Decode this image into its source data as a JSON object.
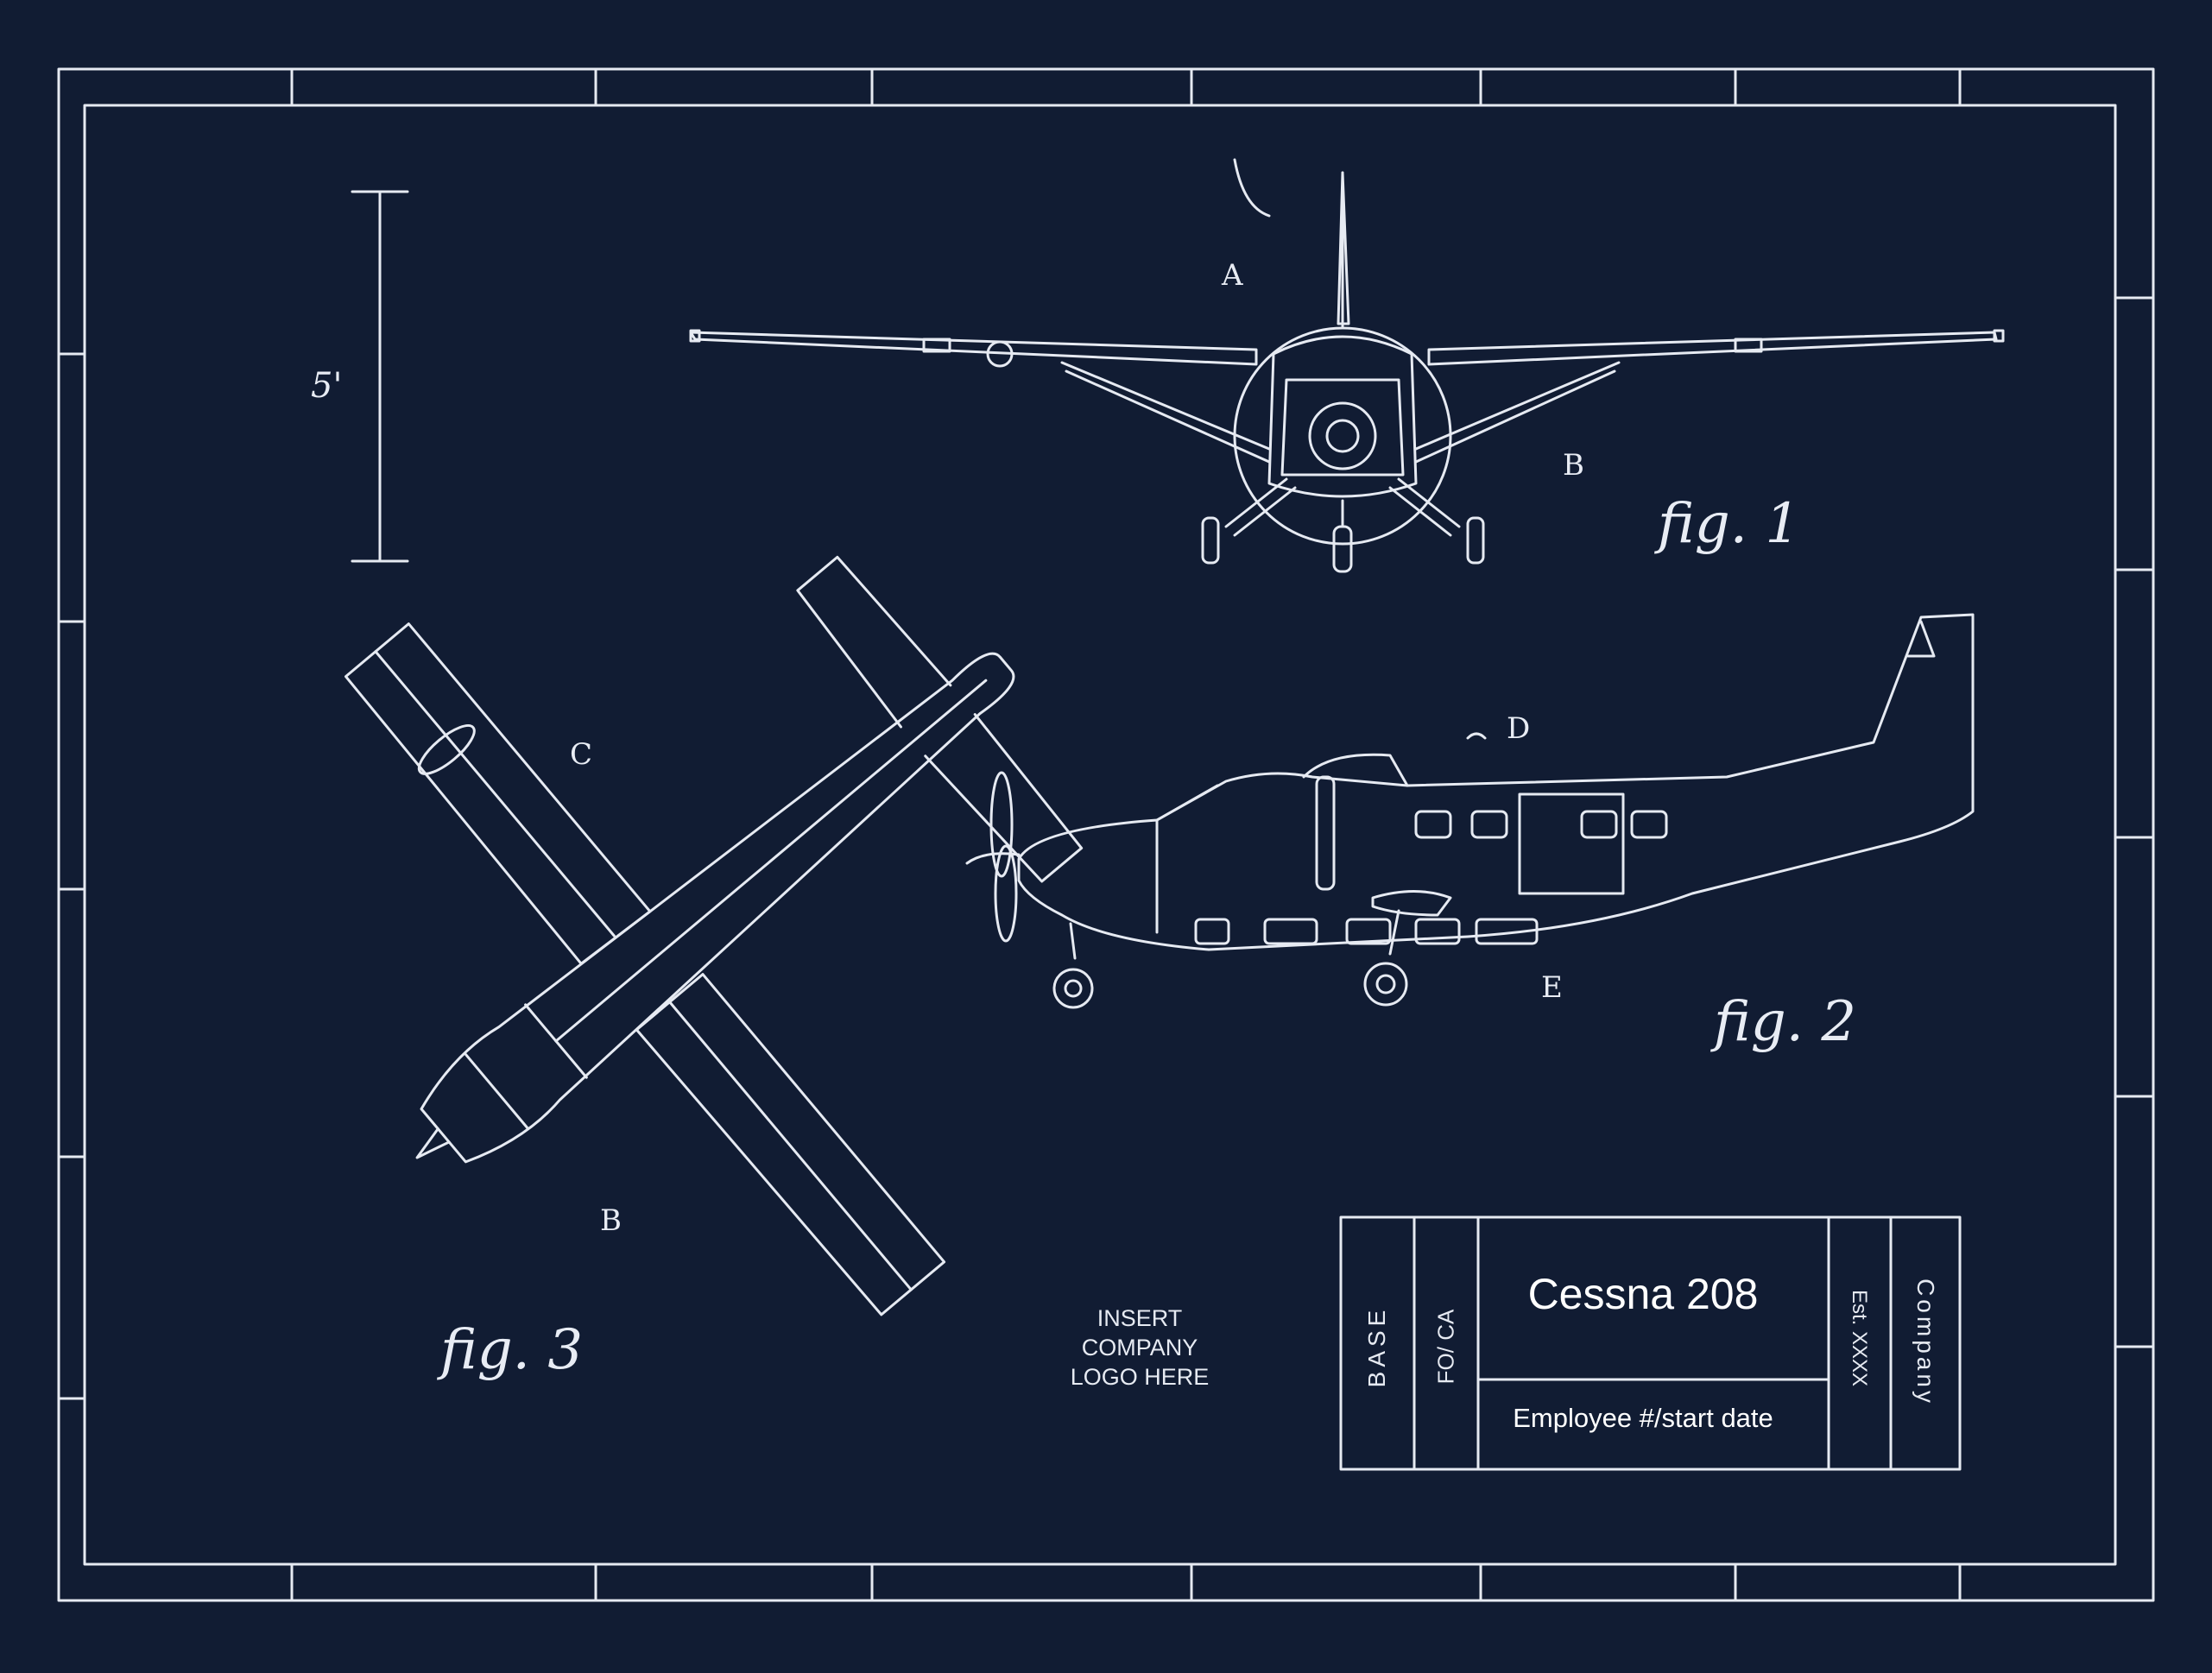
{
  "colors": {
    "background": "#111c33",
    "line": "#e6eaf2"
  },
  "figures": {
    "fig1_label": "fig. 1",
    "fig2_label": "fig. 2",
    "fig3_label": "fig. 3"
  },
  "callouts": {
    "front": [
      "A",
      "B"
    ],
    "side": [
      "D",
      "E"
    ],
    "top": [
      "C",
      "B"
    ]
  },
  "scale_mark": "5'",
  "logo_placeholder": [
    "INSERT",
    "COMPANY",
    "LOGO HERE"
  ],
  "title_block": {
    "base": "BASE",
    "role": "FO/ CA",
    "aircraft": "Cessna 208",
    "employee": "Employee #/start date",
    "established": "Est. XXXX",
    "company": "Company"
  }
}
